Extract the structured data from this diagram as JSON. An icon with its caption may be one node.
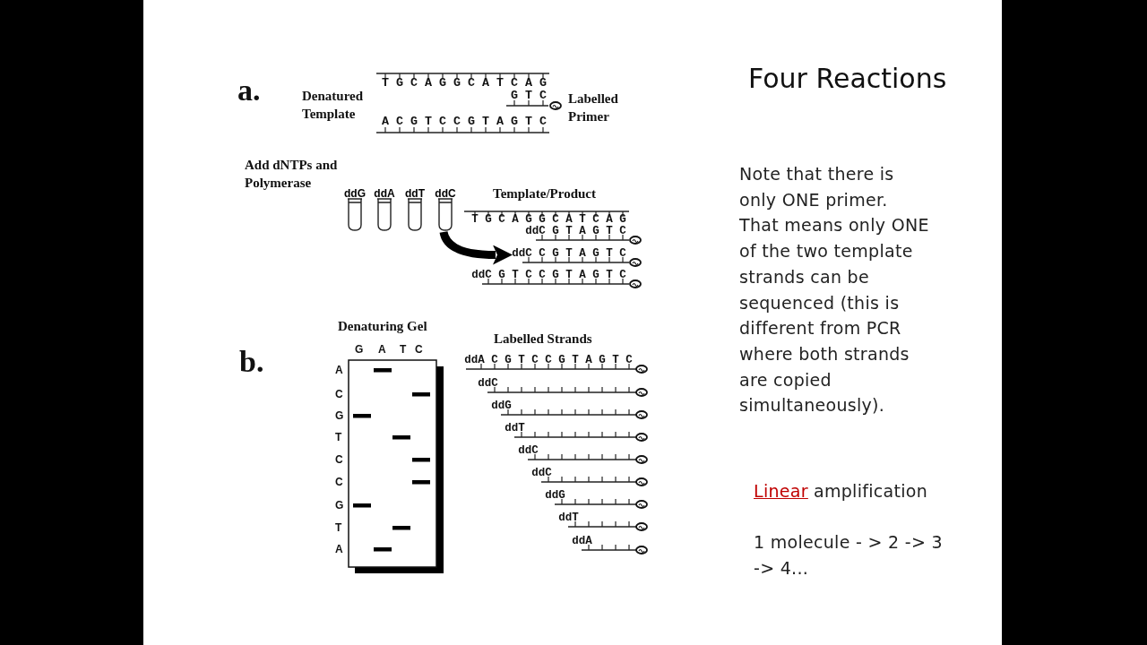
{
  "diagram": {
    "title": "Four Reactions",
    "nodes": [
      {
        "text": [
          "ddG"
        ]
      },
      {
        "text": [
          "ddA"
        ]
      },
      {
        "text": [
          "ddT"
        ]
      },
      {
        "text": [
          "ddC"
        ]
      },
      {
        "text": [
          "ddC C G T A G T C"
        ]
      }
    ],
    "edges": [
      {
        "from": 3,
        "to": 4,
        "arrow": "to"
      }
    ],
    "labels": [
      "a.",
      "Denatured Template",
      "T G C A G G C A T C A G",
      "G T C",
      "Labelled Primer",
      "A C G T C C G T A G T C",
      "Add dNTPs and Polymerase",
      "Template/Product",
      "T G C A G G C A T C A G",
      "ddC G T A G T C",
      "ddC G T C C G T A G T C",
      "b.",
      "Denaturing Gel",
      "G",
      "A",
      "T",
      "C",
      "A",
      "C",
      "G",
      "T",
      "C",
      "C",
      "G",
      "T",
      "A",
      "Labelled Strands",
      "ddA C G T C C G T A G T C",
      "ddC",
      "ddG",
      "ddT",
      "ddC",
      "ddC",
      "ddG",
      "ddT",
      "ddA",
      "Note that there is only ONE primer. That means only ONE of the two template strands can be sequenced (this is different from PCR where both strands are copied simultaneously).",
      "Linear",
      "amplification",
      "1 molecule  - > 2 -> 3 -> 4..."
    ]
  }
}
